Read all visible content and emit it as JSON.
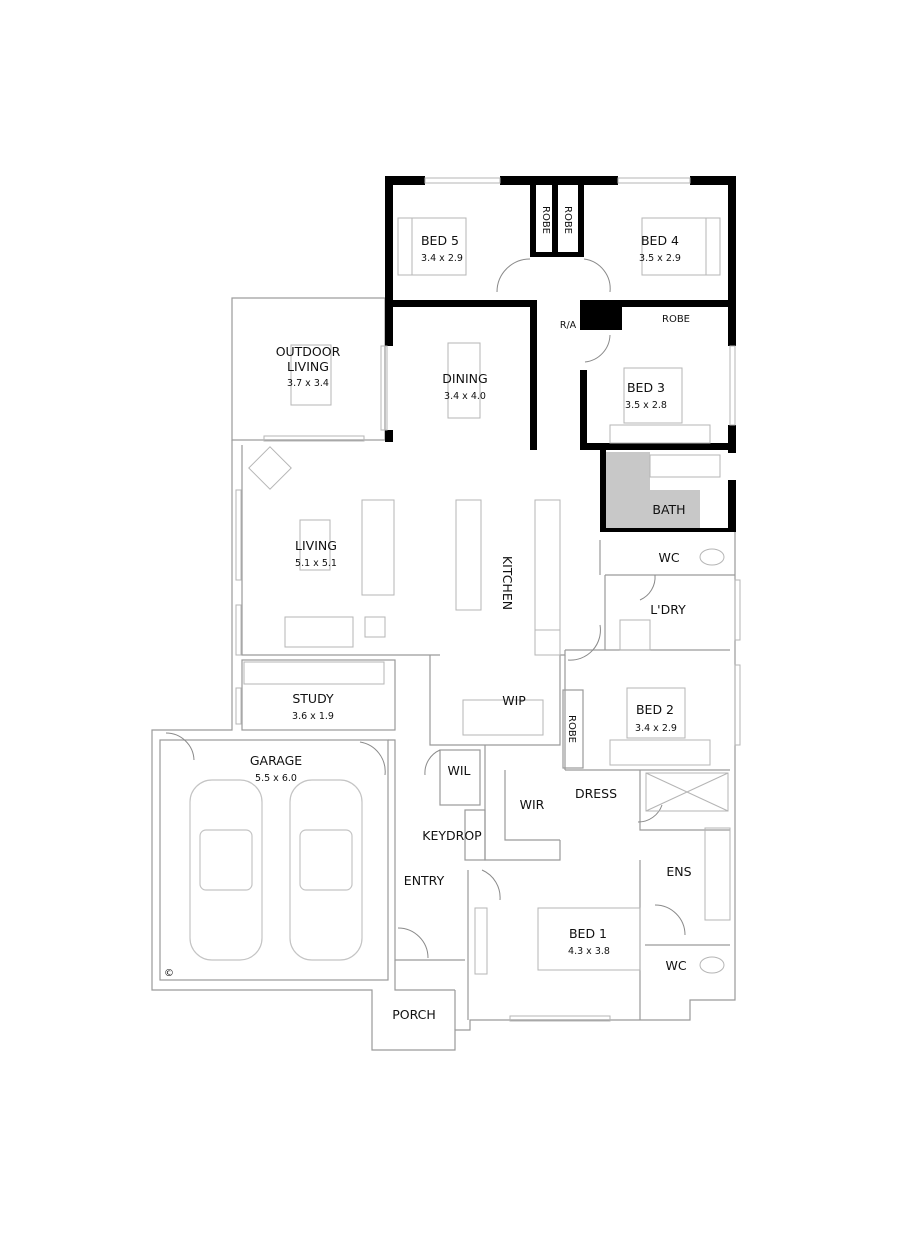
{
  "plan": {
    "rooms": {
      "bed5": {
        "name": "BED 5",
        "size": "3.4 x 2.9"
      },
      "robe_a": {
        "name": "ROBE"
      },
      "robe_b": {
        "name": "ROBE"
      },
      "bed4": {
        "name": "BED 4",
        "size": "3.5 x 2.9"
      },
      "ra": {
        "name": "R/A"
      },
      "robe_bed3": {
        "name": "ROBE"
      },
      "outdoor": {
        "name_line1": "OUTDOOR",
        "name_line2": "LIVING",
        "size": "3.7 x 3.4"
      },
      "dining": {
        "name": "DINING",
        "size": "3.4 x 4.0"
      },
      "bed3": {
        "name": "BED 3",
        "size": "3.5 x 2.8"
      },
      "bath": {
        "name": "BATH"
      },
      "wc_upper": {
        "name": "WC"
      },
      "living": {
        "name": "LIVING",
        "size": "5.1 x 5.1"
      },
      "kitchen": {
        "name": "KITCHEN"
      },
      "laundry": {
        "name": "L'DRY"
      },
      "study": {
        "name": "STUDY",
        "size": "3.6 x 1.9"
      },
      "wip": {
        "name": "WIP"
      },
      "robe_bed2": {
        "name": "ROBE"
      },
      "bed2": {
        "name": "BED 2",
        "size": "3.4 x 2.9"
      },
      "garage": {
        "name": "GARAGE",
        "size": "5.5 x 6.0"
      },
      "wil": {
        "name": "WIL"
      },
      "wir": {
        "name": "WIR"
      },
      "dress": {
        "name": "DRESS"
      },
      "keydrop": {
        "name": "KEYDROP"
      },
      "entry": {
        "name": "ENTRY"
      },
      "ens": {
        "name": "ENS"
      },
      "bed1": {
        "name": "BED 1",
        "size": "4.3 x 3.8"
      },
      "wc_lower": {
        "name": "WC"
      },
      "porch": {
        "name": "PORCH"
      }
    },
    "copyright_mark": "©",
    "colors": {
      "wall": "#000000",
      "line": "#9a9a9a",
      "wet_area": "#c8c8c8"
    }
  }
}
